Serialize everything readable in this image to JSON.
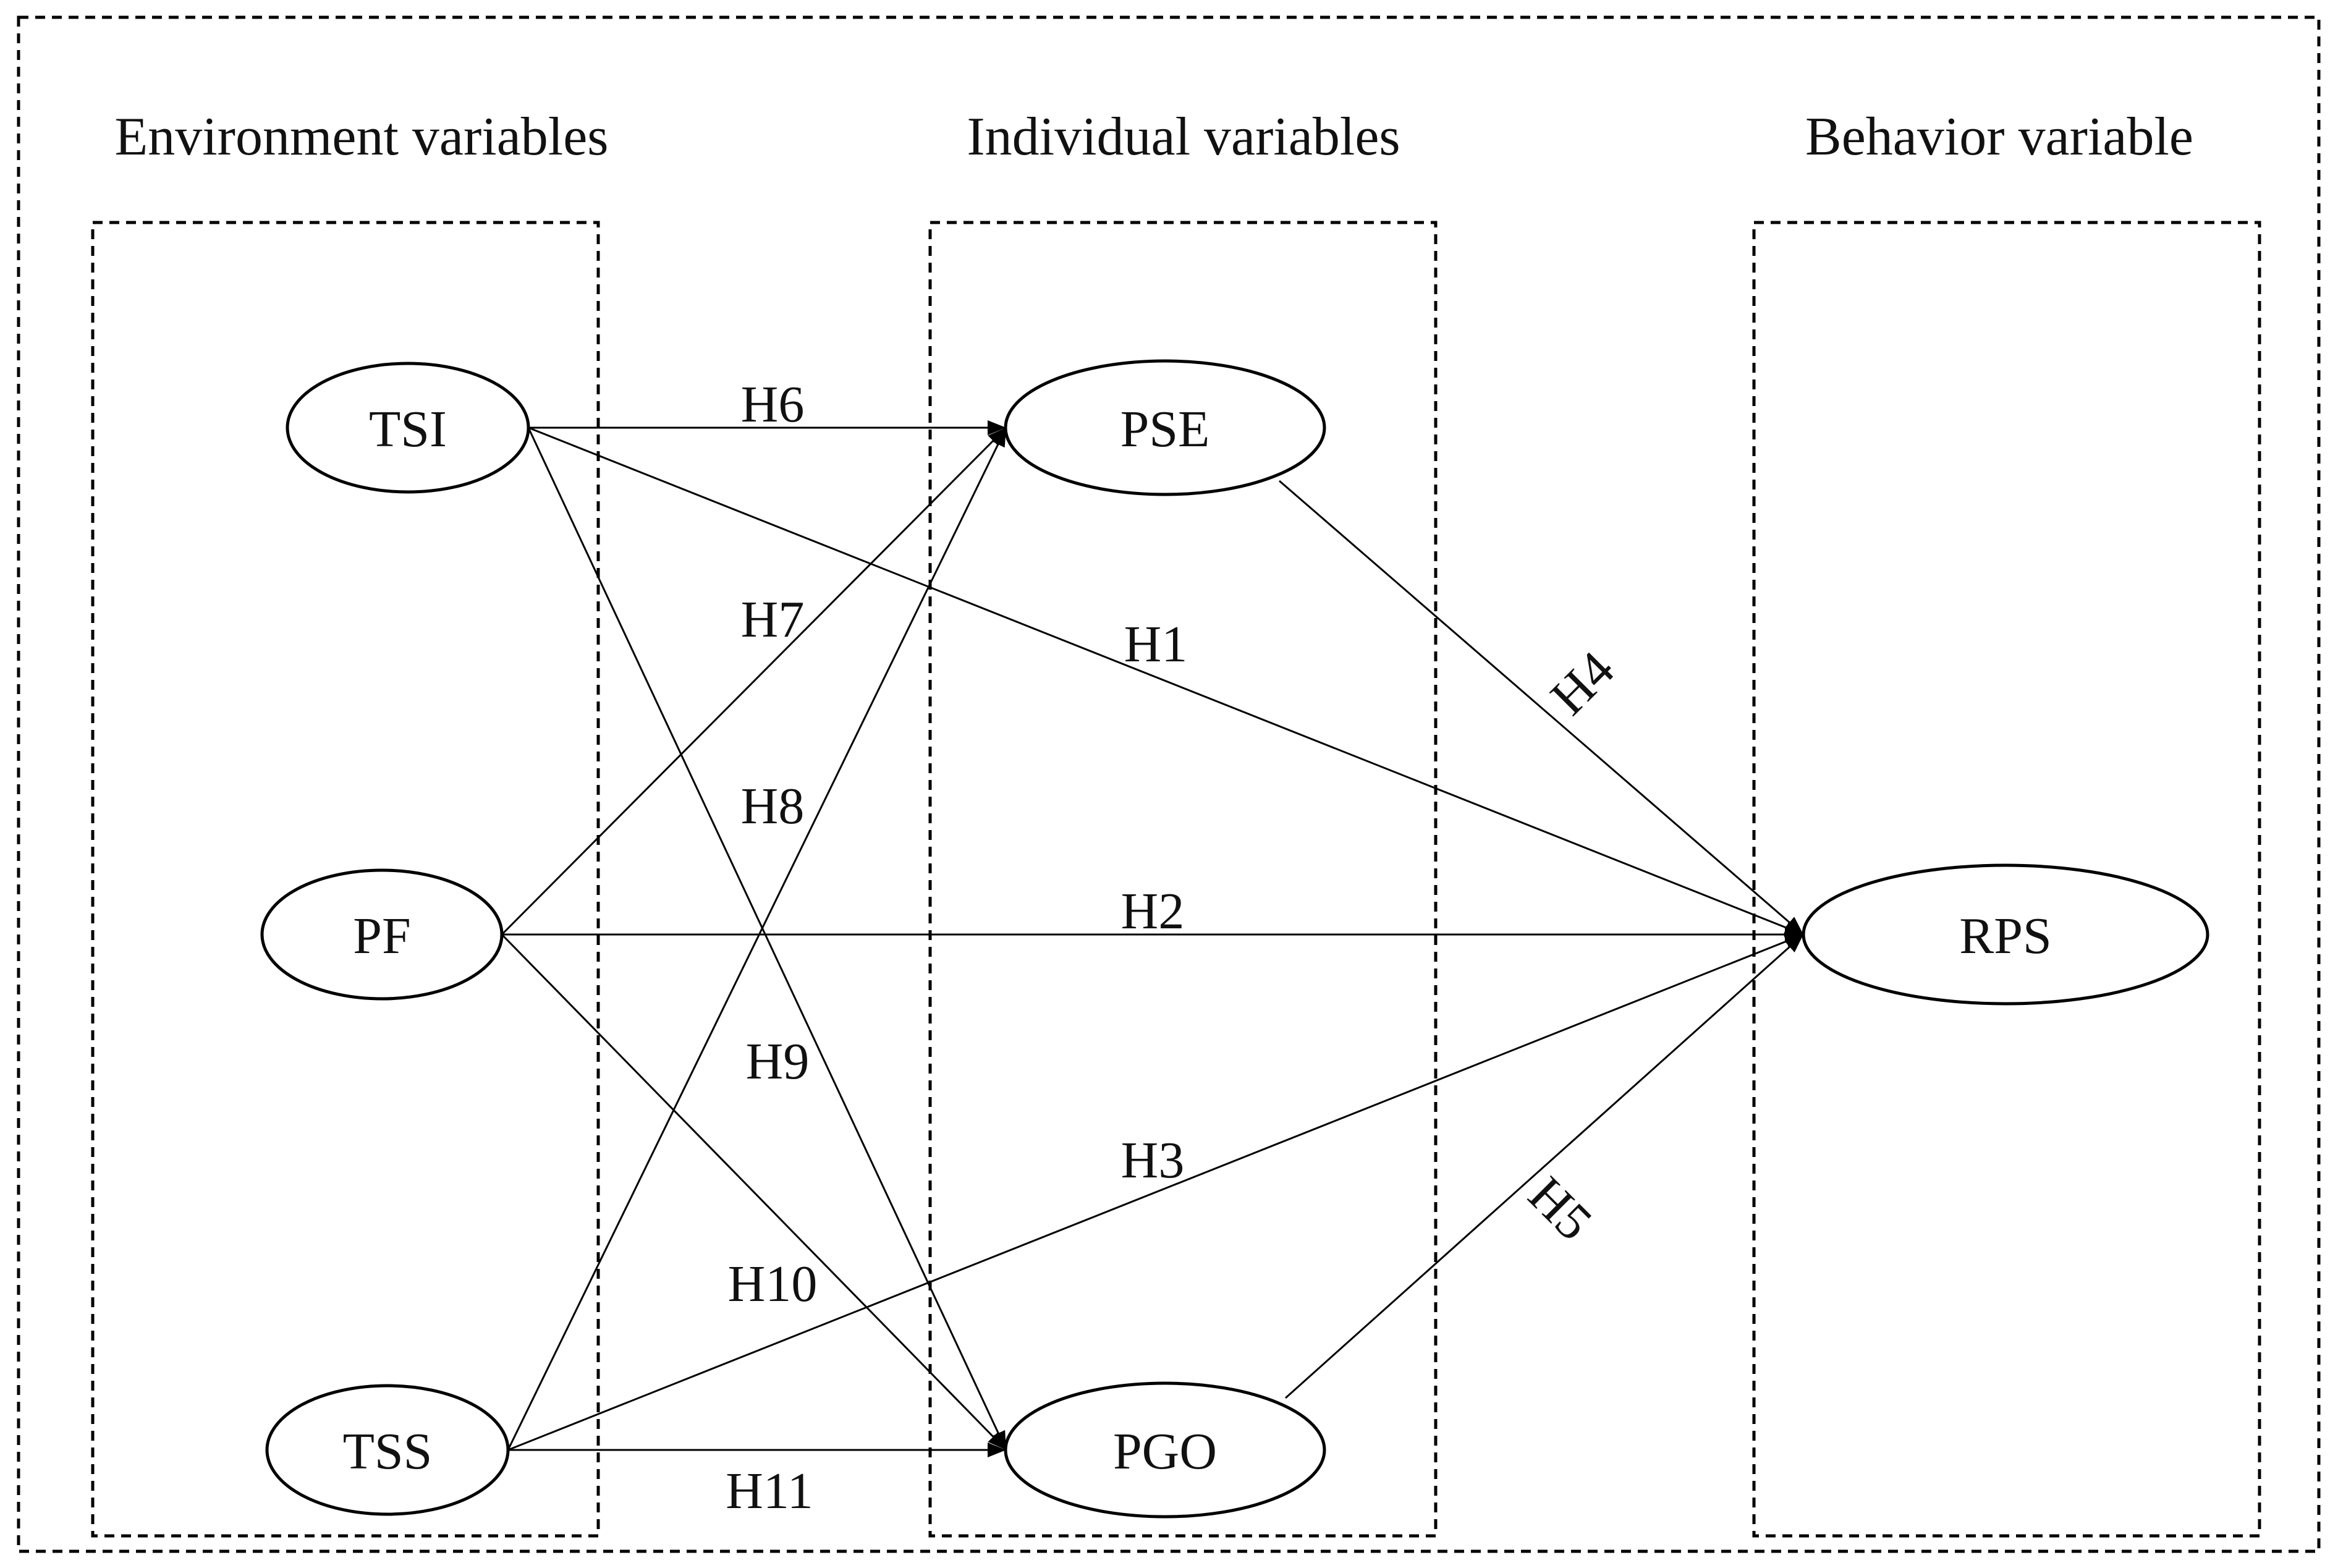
{
  "diagram": {
    "groups": {
      "environment": "Environment variables",
      "individual": "Individual variables",
      "behavior": "Behavior variable"
    },
    "nodes": {
      "TSI": "TSI",
      "PF": "PF",
      "TSS": "TSS",
      "PSE": "PSE",
      "PGO": "PGO",
      "RPS": "RPS"
    },
    "hypotheses": {
      "H1": "H1",
      "H2": "H2",
      "H3": "H3",
      "H4": "H4",
      "H5": "H5",
      "H6": "H6",
      "H7": "H7",
      "H8": "H8",
      "H9": "H9",
      "H10": "H10",
      "H11": "H11"
    },
    "edges": [
      {
        "from": "TSI",
        "to": "PSE",
        "label": "H6"
      },
      {
        "from": "TSI",
        "to": "RPS",
        "label": "H1"
      },
      {
        "from": "TSI",
        "to": "PGO",
        "label": "H9"
      },
      {
        "from": "PF",
        "to": "PSE",
        "label": "H7"
      },
      {
        "from": "PF",
        "to": "RPS",
        "label": "H2"
      },
      {
        "from": "PF",
        "to": "PGO",
        "label": "H10"
      },
      {
        "from": "TSS",
        "to": "PSE",
        "label": "H8"
      },
      {
        "from": "TSS",
        "to": "RPS",
        "label": "H3"
      },
      {
        "from": "TSS",
        "to": "PGO",
        "label": "H11"
      },
      {
        "from": "PSE",
        "to": "RPS",
        "label": "H4"
      },
      {
        "from": "PGO",
        "to": "RPS",
        "label": "H5"
      }
    ]
  }
}
